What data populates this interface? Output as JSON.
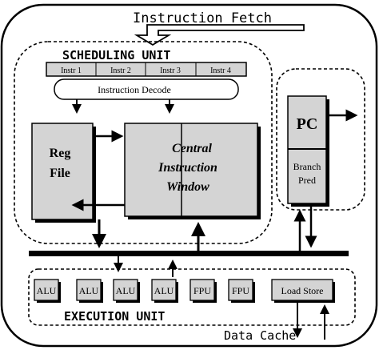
{
  "labels": {
    "instruction_fetch": "Instruction Fetch",
    "scheduling_unit": "SCHEDULING UNIT",
    "instructions": [
      "Instr 1",
      "Instr 2",
      "Instr 3",
      "Instr 4"
    ],
    "instruction_decode": "Instruction Decode",
    "reg_file_line1": "Reg",
    "reg_file_line2": "File",
    "ciw_line1": "Central",
    "ciw_line2": "Instruction",
    "ciw_line3": "Window",
    "pc": "PC",
    "branch_pred_line1": "Branch",
    "branch_pred_line2": "Pred",
    "execution_units": [
      "ALU",
      "ALU",
      "ALU",
      "ALU",
      "FPU",
      "FPU"
    ],
    "load_store": "Load Store",
    "execution_unit": "EXECUTION UNIT",
    "data_cache": "Data Cache"
  },
  "colors": {
    "box_fill": "#d4d4d4",
    "line": "#000000",
    "background": "#ffffff"
  }
}
